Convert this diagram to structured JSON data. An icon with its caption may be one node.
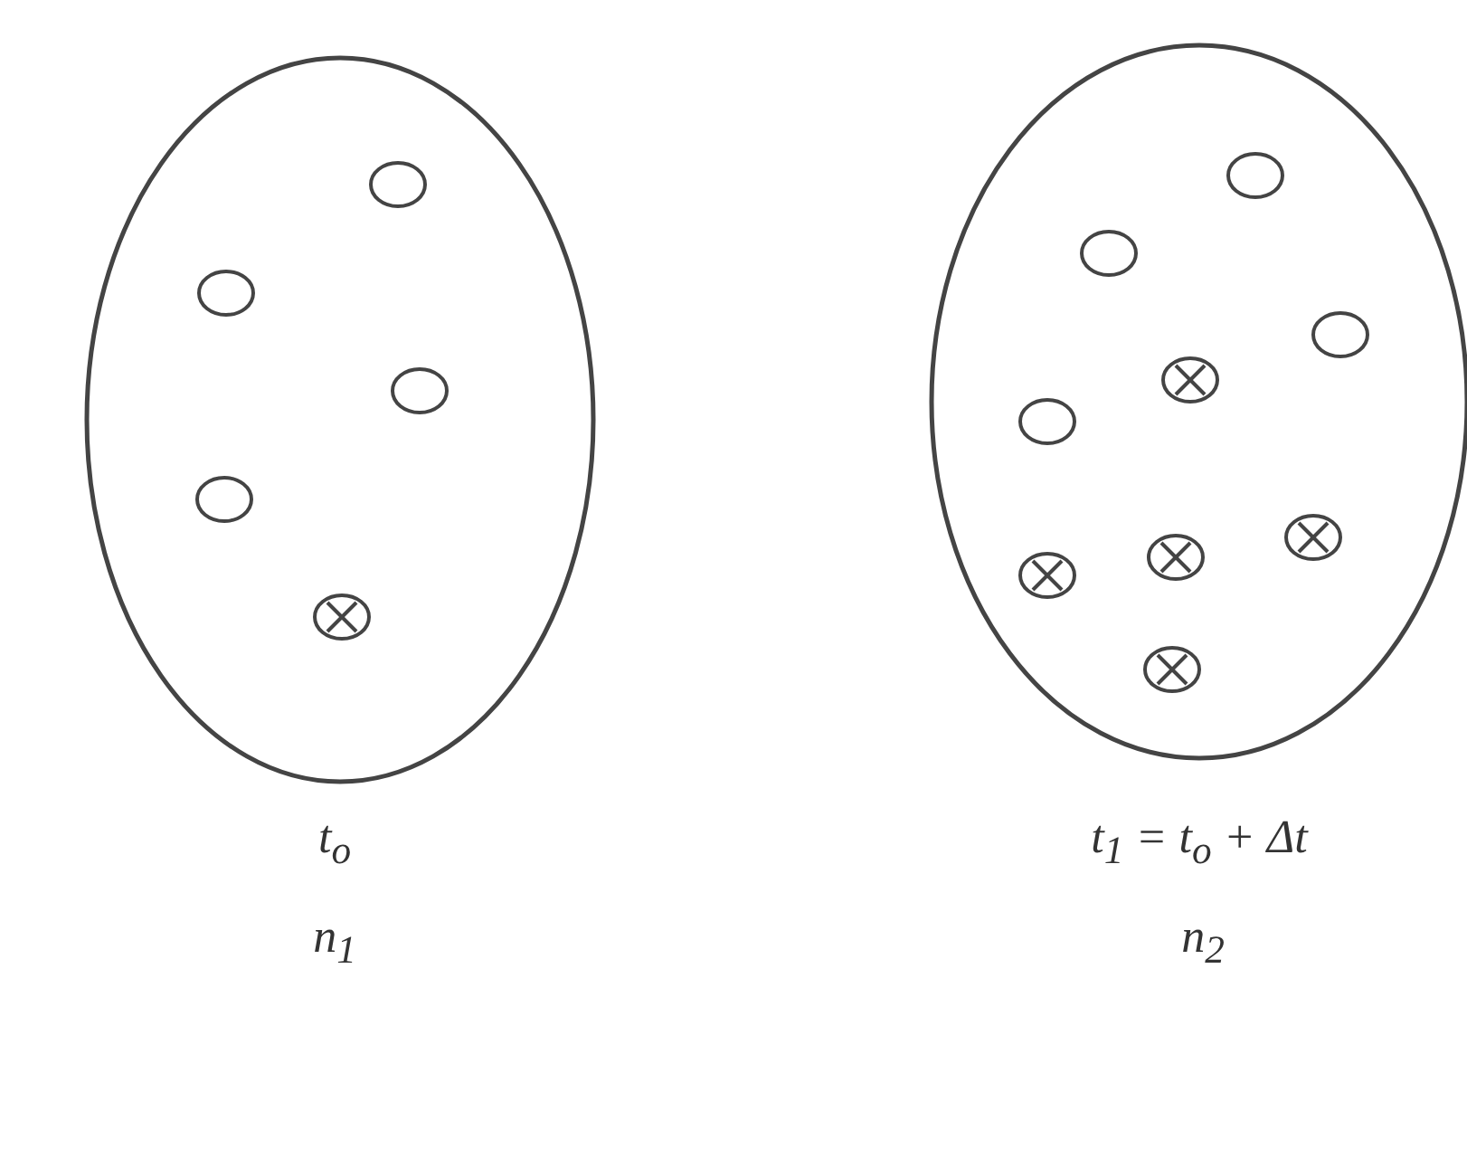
{
  "diagram": {
    "labels": [
      "t$_{o}$",
      "n$_{1}$",
      "t$_{1}$ = t$_{o}$ + Δt",
      "n$_{2}$"
    ]
  }
}
